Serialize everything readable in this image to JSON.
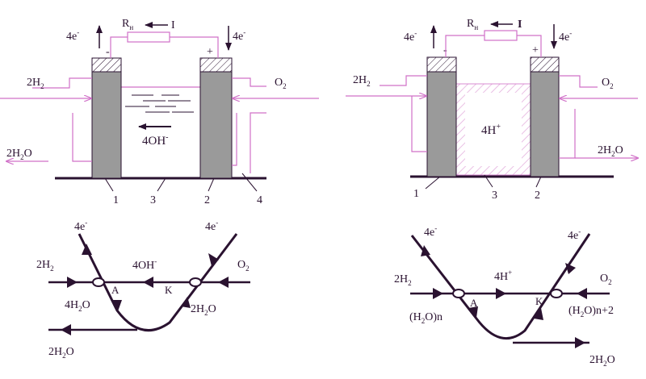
{
  "alkaline_cell": {
    "resistor_label": "R",
    "resistor_sub": "н",
    "current_label": "I",
    "left_electrons": "4e",
    "left_electrons_sup": "-",
    "right_electrons": "4e",
    "right_electrons_sup": "-",
    "minus_sign": "-",
    "plus_sign": "+",
    "fuel_in": "2H",
    "fuel_in_sub": "2",
    "oxidant_in": "O",
    "oxidant_in_sub": "2",
    "water_out_pre": "2H",
    "water_out_sub": "2",
    "water_out_post": "O",
    "ion_label": "4OH",
    "ion_sup": "-",
    "callouts": [
      "1",
      "3",
      "2",
      "4"
    ]
  },
  "acid_cell": {
    "resistor_label": "R",
    "resistor_sub": "н",
    "current_label": "I",
    "left_electrons": "4e",
    "left_electrons_sup": "-",
    "right_electrons": "4e",
    "right_electrons_sup": "-",
    "minus_sign": "-",
    "plus_sign": "+",
    "fuel_in": "2H",
    "fuel_in_sub": "2",
    "oxidant_in": "O",
    "oxidant_in_sub": "2",
    "water_out_pre": "2H",
    "water_out_sub": "2",
    "water_out_post": "O",
    "ion_label": "4H",
    "ion_sup": "+",
    "callouts": [
      "1",
      "3",
      "2"
    ]
  },
  "alkaline_graph": {
    "left_electrons": "4e",
    "left_electrons_sup": "-",
    "right_electrons": "4e",
    "right_electrons_sup": "-",
    "fuel_in": "2H",
    "fuel_in_sub": "2",
    "oxidant_in": "O",
    "oxidant_in_sub": "2",
    "ion_label": "4OH",
    "ion_sup": "-",
    "anode_label": "A",
    "cathode_label": "K",
    "anode_water_pre": "4H",
    "anode_water_sub": "2",
    "anode_water_post": "O",
    "cathode_water_pre": "2H",
    "cathode_water_sub": "2",
    "cathode_water_post": "O",
    "water_out_pre": "2H",
    "water_out_sub": "2",
    "water_out_post": "O"
  },
  "acid_graph": {
    "left_electrons": "4e",
    "left_electrons_sup": "-",
    "right_electrons": "4e",
    "right_electrons_sup": "-",
    "fuel_in": "2H",
    "fuel_in_sub": "2",
    "oxidant_in": "O",
    "oxidant_in_sub": "2",
    "ion_label": "4H",
    "ion_sup": "+",
    "anode_label": "A",
    "cathode_label": "K",
    "anode_water_pre": "(H",
    "anode_water_sub": "2",
    "anode_water_post": "O)n",
    "cathode_water_pre": "(H",
    "cathode_water_sub": "2",
    "cathode_water_post": "O)n+2",
    "water_out_pre": "2H",
    "water_out_sub": "2",
    "water_out_post": "O"
  },
  "colors": {
    "ink": "#2a1230",
    "pink_line": "#d070c8",
    "electrode_gray": "#9a9a9a",
    "hatch": "#e4b0de"
  }
}
